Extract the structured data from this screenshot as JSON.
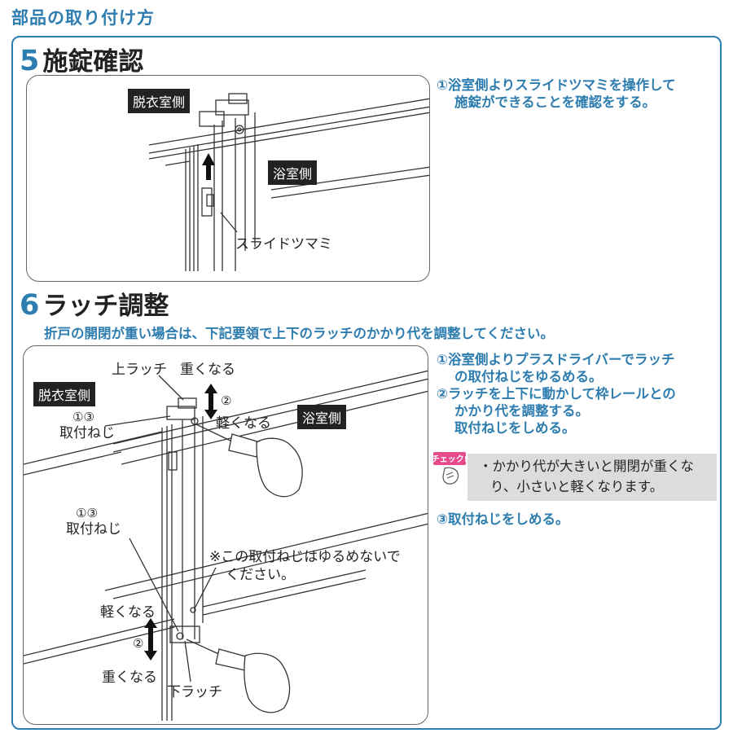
{
  "page_title": "部品の取り付け方",
  "section5": {
    "num": "5",
    "title": "施錠確認",
    "labels": {
      "datsui": "脱衣室側",
      "yokushitsu": "浴室側",
      "slide": "スライドツマミ"
    },
    "step1_l1": "①浴室側よりスライドツマミを操作して",
    "step1_l2": "施錠ができることを確認をする。"
  },
  "section6": {
    "num": "6",
    "title": "ラッチ調整",
    "intro": "折戸の開閉が重い場合は、下記要領で上下のラッチのかかり代を調整してください。",
    "labels": {
      "upper_latch": "上ラッチ",
      "heavy_top": "重くなる",
      "circle2_top": "②",
      "light_top": "軽くなる",
      "datsui": "脱衣室側",
      "yokushitsu": "浴室側",
      "ref13_a": "①③",
      "screw_a": "取付ねじ",
      "ref13_b": "①③",
      "screw_b": "取付ねじ",
      "note_l1": "※この取付ねじはゆるめないで",
      "note_l2": "ください。",
      "light_bottom": "軽くなる",
      "circle2_bottom": "②",
      "heavy_bottom": "重くなる",
      "lower_latch": "下ラッチ"
    },
    "step1_l1": "①浴室側よりプラスドライバーでラッチ",
    "step1_l2": "の取付ねじをゆるめる。",
    "step2_l1": "②ラッチを上下に動かして枠レールとの",
    "step2_l2": "かかり代を調整する。",
    "step2_l3": "取付ねじをしめる。",
    "check_badge": "チェック!",
    "check_l1": "・かかり代が大きいと開閉が重くな",
    "check_l2": "り、小さいと軽くなります。",
    "step3": "③取付ねじをしめる。"
  },
  "colors": {
    "accent": "#2e7db0",
    "label_bg": "#222222",
    "check_bg": "#dcdcdc"
  }
}
